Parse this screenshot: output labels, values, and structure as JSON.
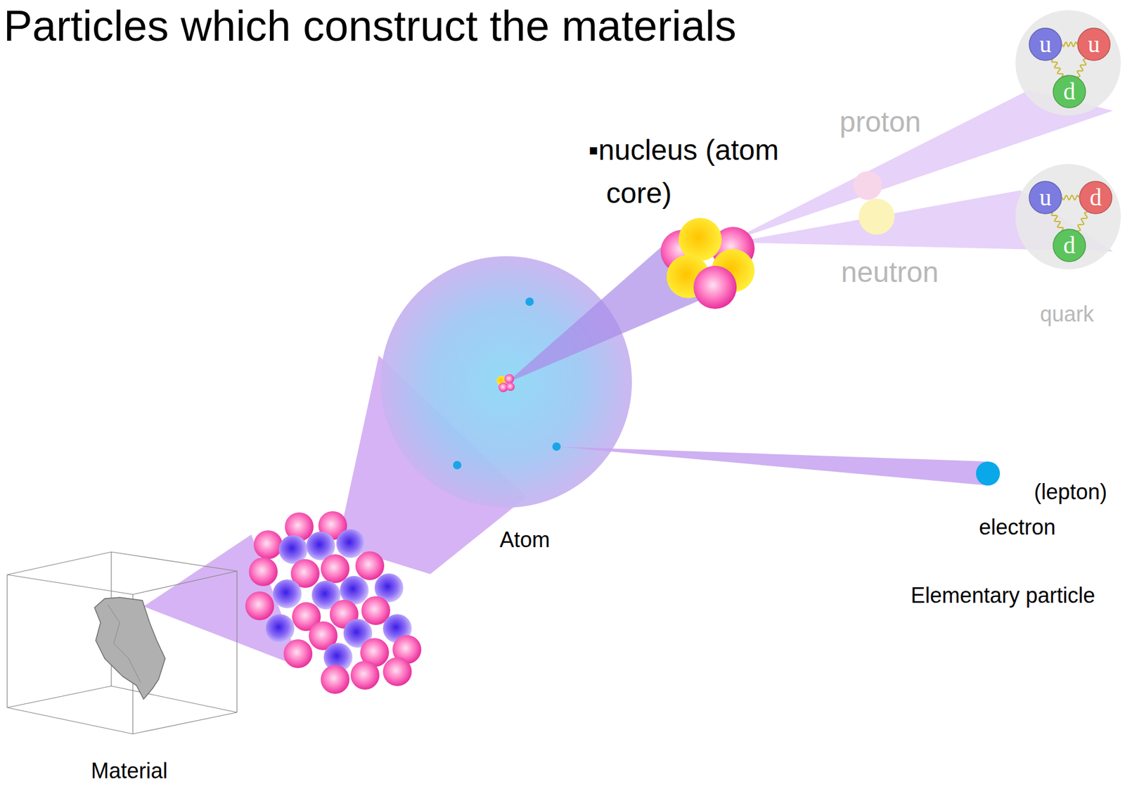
{
  "diagram": {
    "title": "Particles which construct the materials",
    "nodes": [
      {
        "text": [
          "u"
        ]
      },
      {
        "text": [
          "u"
        ]
      },
      {
        "text": [
          "d"
        ]
      },
      {
        "text": [
          "u"
        ]
      },
      {
        "text": [
          "d"
        ]
      },
      {
        "text": [
          "d"
        ]
      }
    ],
    "edges": [
      {
        "from": 0,
        "to": 1,
        "arrow": "none"
      },
      {
        "from": 0,
        "to": 2,
        "arrow": "none"
      },
      {
        "from": 1,
        "to": 2,
        "arrow": "none"
      },
      {
        "from": 3,
        "to": 4,
        "arrow": "none"
      },
      {
        "from": 3,
        "to": 5,
        "arrow": "none"
      },
      {
        "from": 4,
        "to": 5,
        "arrow": "none"
      }
    ],
    "labels": [
      "proton",
      "▪nucleus (atom core)",
      "neutron",
      "quark",
      "Atom",
      "(lepton)",
      "electron",
      "Elementary particle",
      "Material"
    ]
  }
}
